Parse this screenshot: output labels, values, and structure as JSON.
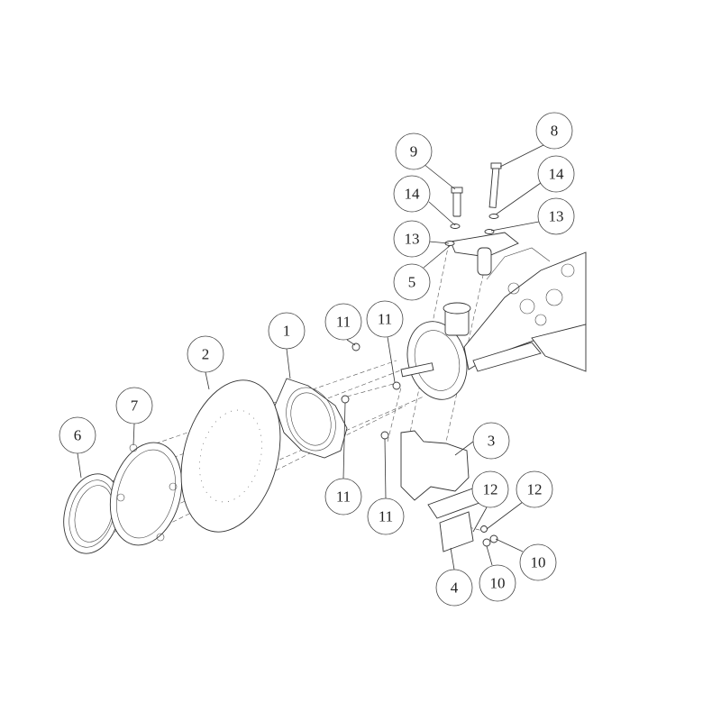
{
  "diagram": {
    "callouts": [
      {
        "label": "1"
      },
      {
        "label": "2"
      },
      {
        "label": "3"
      },
      {
        "label": "4"
      },
      {
        "label": "5"
      },
      {
        "label": "6"
      },
      {
        "label": "7"
      },
      {
        "label": "8"
      },
      {
        "label": "9"
      },
      {
        "label": "10"
      },
      {
        "label": "10"
      },
      {
        "label": "11"
      },
      {
        "label": "11"
      },
      {
        "label": "11"
      },
      {
        "label": "11"
      },
      {
        "label": "12"
      },
      {
        "label": "12"
      },
      {
        "label": "13"
      },
      {
        "label": "13"
      },
      {
        "label": "14"
      },
      {
        "label": "14"
      }
    ]
  }
}
